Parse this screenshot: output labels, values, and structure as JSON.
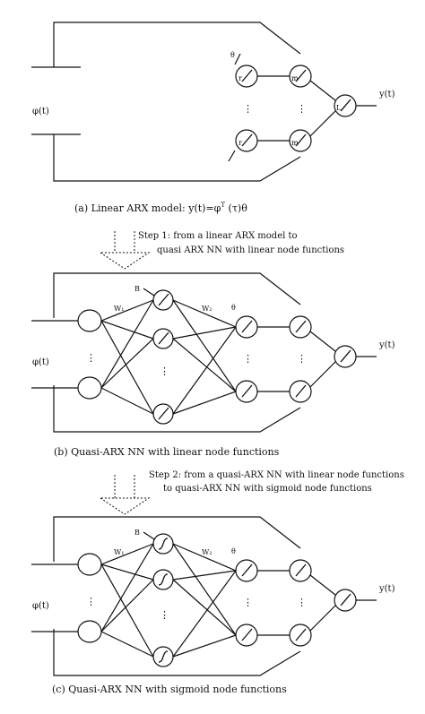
{
  "panel_a": {
    "caption": "(a) Linear ARX model:   y(t)=φ (τ)θ",
    "caption_sup": "T",
    "input_label": "φ(t)",
    "output_label": "y(t)",
    "theta_label": "θ",
    "node_letter_r": "r",
    "node_letter_m": "m",
    "node_letter_l": "L",
    "dots": "⋮"
  },
  "step1": {
    "line1": "Step 1: from a linear ARX model to",
    "line2": "quasi ARX NN with linear node functions"
  },
  "panel_b": {
    "caption": "(b) Quasi-ARX NN with linear node functions",
    "input_label": "φ(t)",
    "output_label": "y(t)",
    "w1": "W₁",
    "w2": "W₂",
    "b": "B",
    "theta_label": "θ",
    "dots": "⋮"
  },
  "step2": {
    "line1": "Step 2: from a quasi-ARX NN with linear node functions",
    "line2": "to quasi-ARX NN with sigmoid node functions"
  },
  "panel_c": {
    "caption": "(c) Quasi-ARX NN with sigmoid node functions",
    "input_label": "φ(t)",
    "output_label": "y(t)",
    "w1": "W₁",
    "w2": "W₂",
    "b": "B",
    "theta_label": "θ",
    "dots": "⋮"
  }
}
